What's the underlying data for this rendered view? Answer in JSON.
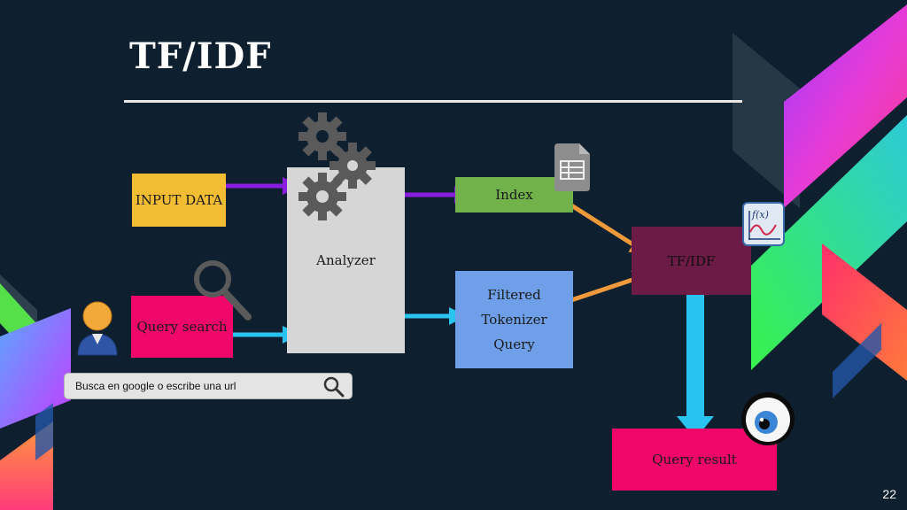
{
  "slide": {
    "title": "TF/IDF",
    "page_number": "22"
  },
  "diagram": {
    "nodes": {
      "input_data": "INPUT DATA",
      "query_search": "Query search",
      "analyzer": "Analyzer",
      "index": "Index",
      "filtered_line1": "Filtered",
      "filtered_line2": "Tokenizer",
      "filtered_line3": "Query",
      "tfidf": "TF/IDF",
      "query_result": "Query result"
    },
    "edges": [
      {
        "from": "input_data",
        "to": "analyzer",
        "color": "#8a1ee0"
      },
      {
        "from": "analyzer",
        "to": "index",
        "color": "#8a1ee0"
      },
      {
        "from": "query_search",
        "to": "analyzer",
        "color": "#29c3ef"
      },
      {
        "from": "analyzer",
        "to": "filtered",
        "color": "#29c3ef"
      },
      {
        "from": "index",
        "to": "tfidf",
        "color": "#ef9a3a"
      },
      {
        "from": "filtered",
        "to": "tfidf",
        "color": "#ef9a3a"
      },
      {
        "from": "tfidf",
        "to": "query_result",
        "color": "#29c3ef"
      }
    ]
  },
  "search_bar": {
    "placeholder": "Busca en google o escribe una url",
    "icon": "search-icon"
  },
  "icons": [
    "gears-icon",
    "magnifier-icon",
    "user-icon",
    "spreadsheet-icon",
    "function-graph-icon",
    "eye-icon"
  ],
  "colors": {
    "background": "#0e1f2f",
    "input_data": "#f2bd32",
    "query_search": "#f1066a",
    "analyzer": "#d6d6d6",
    "index": "#72b24a",
    "filtered": "#6f9fe9",
    "tfidf": "#6b1b45",
    "query_result": "#f1066a"
  }
}
